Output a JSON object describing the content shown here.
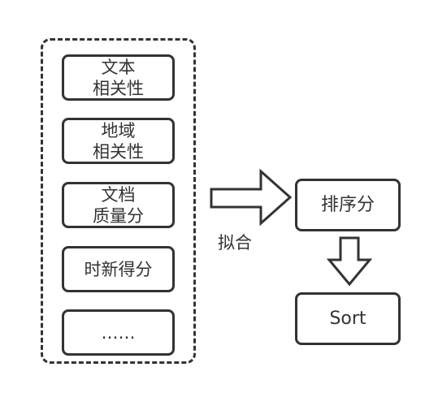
{
  "diagram": {
    "factors": [
      {
        "label": "文本\n相关性"
      },
      {
        "label": "地域\n相关性"
      },
      {
        "label": "文档\n质量分"
      },
      {
        "label": "时新得分"
      },
      {
        "label": "……"
      }
    ],
    "fit_label": "拟合",
    "rank_label": "排序分",
    "sort_label": "Sort",
    "colors": {
      "stroke": "#333333",
      "fill": "#ffffff"
    }
  }
}
